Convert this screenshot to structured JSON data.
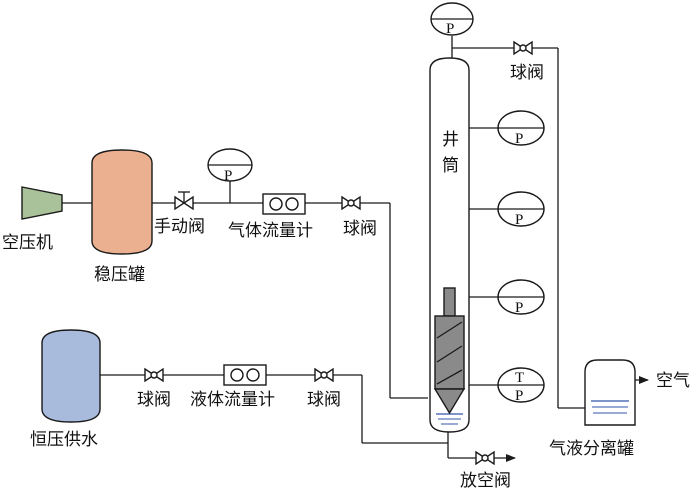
{
  "labels": {
    "compressor": "空压机",
    "stabilizer_tank": "稳压罐",
    "manual_valve": "手动阀",
    "gas_flowmeter": "气体流量计",
    "gas_ball_valve": "球阀",
    "top_ball_valve": "球阀",
    "constant_pressure_water": "恒压供水",
    "liquid_valve_1": "球阀",
    "liquid_flowmeter": "液体流量计",
    "liquid_valve_2": "球阀",
    "wellbore_char1": "井",
    "wellbore_char2": "筒",
    "drain_valve": "放空阀",
    "separator": "气液分离罐",
    "air": "空气"
  },
  "gauges": {
    "pressure_symbol": "P",
    "temperature_symbol": "T"
  },
  "colors": {
    "compressor_fill": "#a9c29a",
    "stabilizer_fill": "#eab090",
    "water_tank_fill": "#a9bbdd",
    "tool_fill": "#8a8a8a",
    "liquid_line": "#3355aa"
  }
}
